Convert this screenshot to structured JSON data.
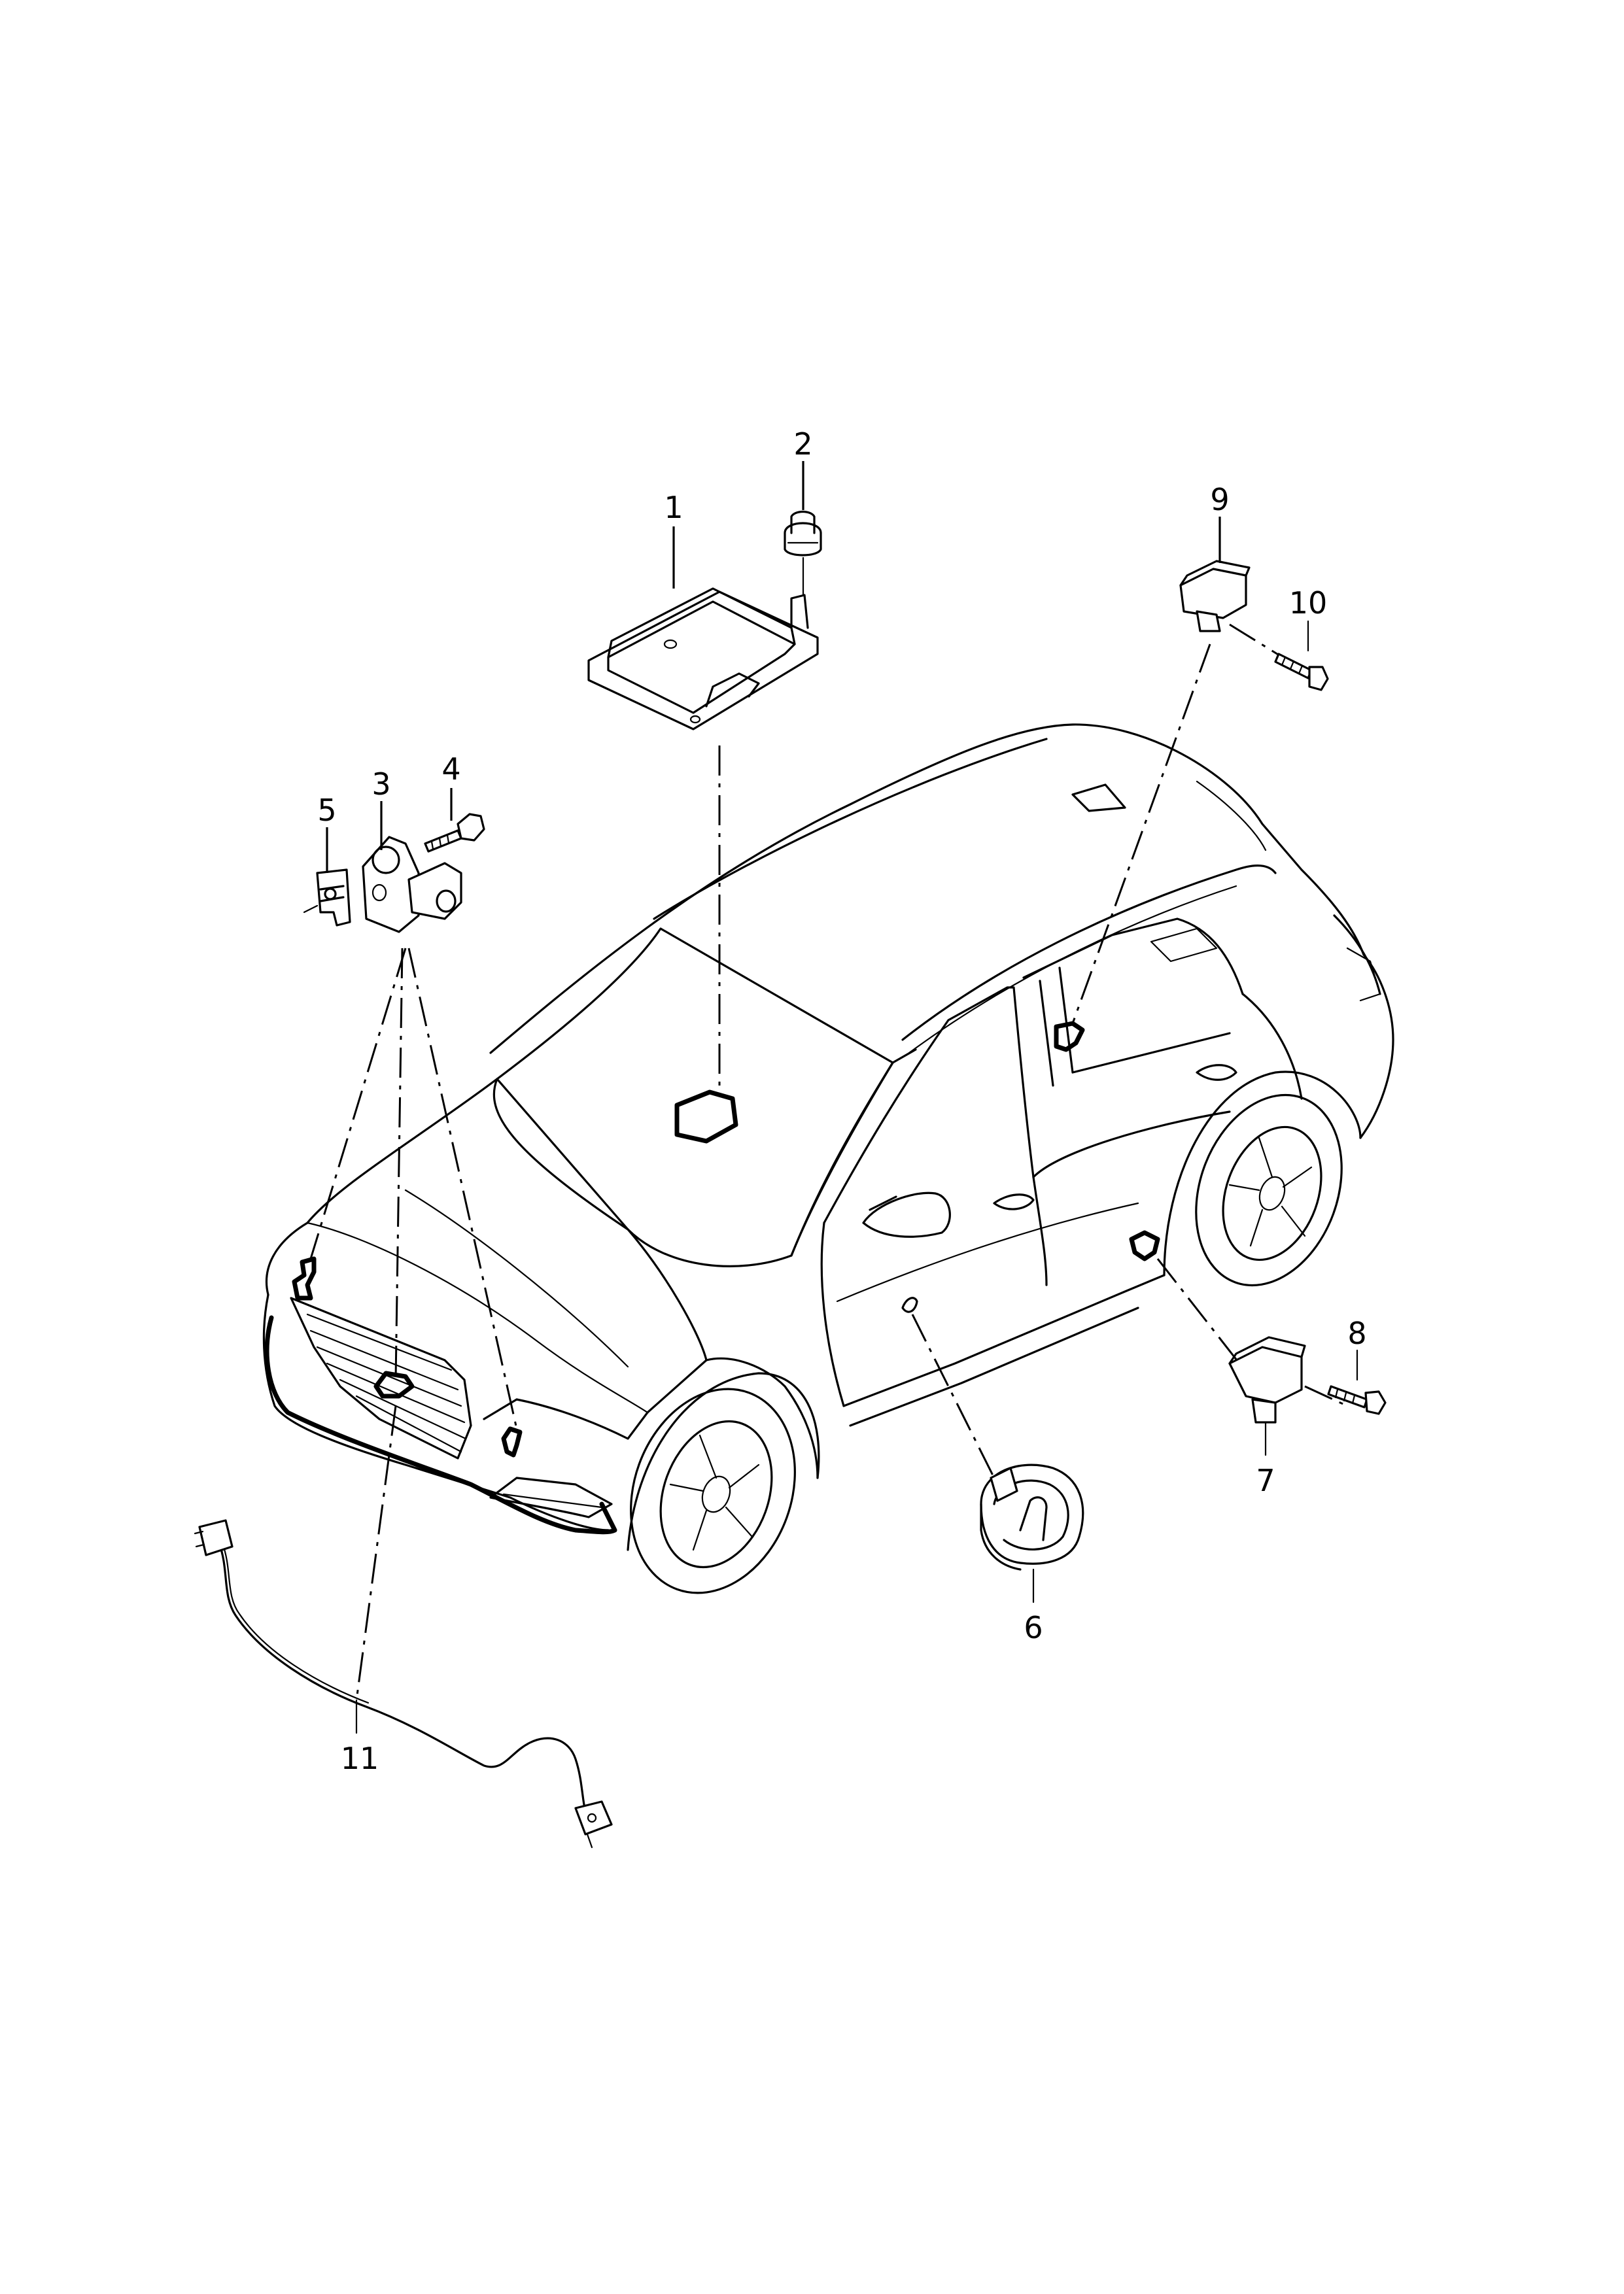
{
  "diagram": {
    "type": "exploded parts illustration",
    "subject": "SUV with driver assistance sensors",
    "callouts": [
      {
        "id": "c1",
        "label": "1"
      },
      {
        "id": "c2",
        "label": "2"
      },
      {
        "id": "c3",
        "label": "3"
      },
      {
        "id": "c4",
        "label": "4"
      },
      {
        "id": "c5",
        "label": "5"
      },
      {
        "id": "c6",
        "label": "6"
      },
      {
        "id": "c7",
        "label": "7"
      },
      {
        "id": "c8",
        "label": "8"
      },
      {
        "id": "c9",
        "label": "9"
      },
      {
        "id": "c10",
        "label": "10"
      },
      {
        "id": "c11",
        "label": "11"
      }
    ],
    "line_color": "#000000",
    "background": "#ffffff"
  }
}
